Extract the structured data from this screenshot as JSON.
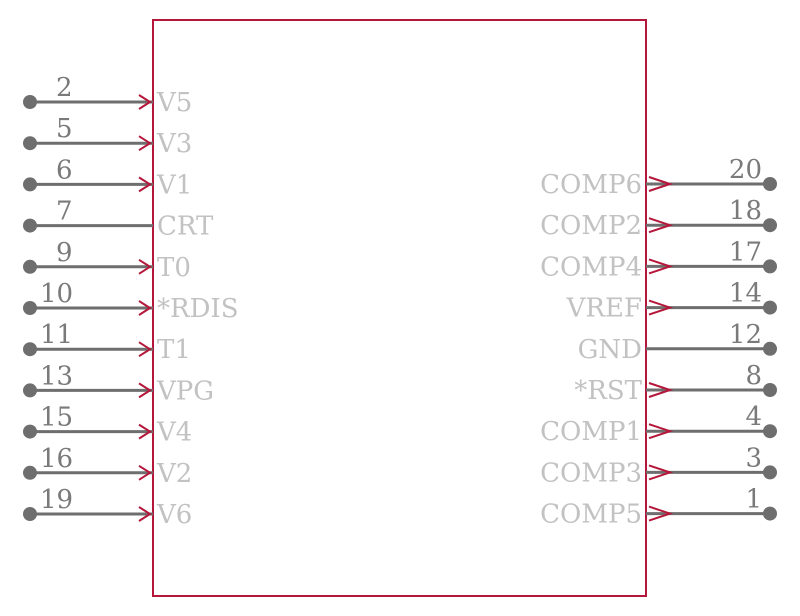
{
  "colors": {
    "body_outline": "#b5173a",
    "pin_line": "#6e6e6e",
    "pin_dot": "#6e6e6e",
    "arrow": "#b5173a",
    "pin_number_text": "#7a7a7a",
    "pin_name_text": "#c2c2c2",
    "background": "#ffffff"
  },
  "left_pins": [
    {
      "number": "2",
      "name": "V5",
      "arrow": true
    },
    {
      "number": "5",
      "name": "V3",
      "arrow": true
    },
    {
      "number": "6",
      "name": "V1",
      "arrow": true
    },
    {
      "number": "7",
      "name": "CRT",
      "arrow": false
    },
    {
      "number": "9",
      "name": "T0",
      "arrow": true
    },
    {
      "number": "10",
      "name": "*RDIS",
      "arrow": true
    },
    {
      "number": "11",
      "name": "T1",
      "arrow": true
    },
    {
      "number": "13",
      "name": "VPG",
      "arrow": true
    },
    {
      "number": "15",
      "name": "V4",
      "arrow": true
    },
    {
      "number": "16",
      "name": "V2",
      "arrow": true
    },
    {
      "number": "19",
      "name": "V6",
      "arrow": true
    }
  ],
  "right_pins": [
    {
      "number": "20",
      "name": "COMP6",
      "arrow": true
    },
    {
      "number": "18",
      "name": "COMP2",
      "arrow": true
    },
    {
      "number": "17",
      "name": "COMP4",
      "arrow": true
    },
    {
      "number": "14",
      "name": "VREF",
      "arrow": true
    },
    {
      "number": "12",
      "name": "GND",
      "arrow": false
    },
    {
      "number": "8",
      "name": "*RST",
      "arrow": true
    },
    {
      "number": "4",
      "name": "COMP1",
      "arrow": true
    },
    {
      "number": "3",
      "name": "COMP3",
      "arrow": true
    },
    {
      "number": "1",
      "name": "COMP5",
      "arrow": true
    }
  ]
}
